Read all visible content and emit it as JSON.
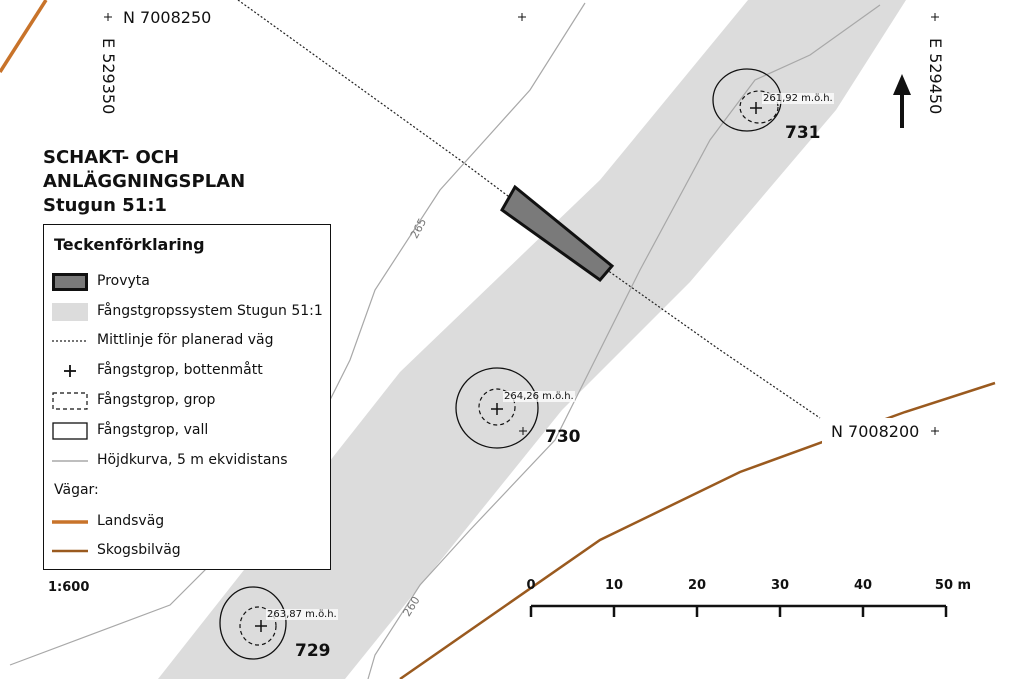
{
  "coordinates": {
    "north_top": "N 7008250",
    "north_mid": "N 7008200",
    "east_left": "E 529350",
    "east_right": "E 529450"
  },
  "title": {
    "line1": "SCHAKT- OCH",
    "line2": "ANLÄGGNINGSPLAN",
    "line3": "Stugun 51:1"
  },
  "legend": {
    "title": "Teckenförklaring",
    "items": [
      {
        "label": "Provyta"
      },
      {
        "label": "Fångstgropssystem Stugun 51:1"
      },
      {
        "label": "Mittlinje för planerad väg"
      },
      {
        "label": "Fångstgrop, bottenmått"
      },
      {
        "label": "Fångstgrop, grop"
      },
      {
        "label": "Fångstgrop, vall"
      },
      {
        "label": "Höjdkurva, 5 m ekvidistans"
      }
    ],
    "roads_heading": "Vägar:",
    "roads": [
      {
        "label": "Landsväg",
        "color": "#c8732a"
      },
      {
        "label": "Skogsbilväg",
        "color": "#9a5a1f"
      }
    ]
  },
  "features": [
    {
      "id": "731",
      "elevation": "261,92 m.ö.h."
    },
    {
      "id": "730",
      "elevation": "264,26 m.ö.h."
    },
    {
      "id": "729",
      "elevation": "263,87 m.ö.h."
    }
  ],
  "contours": {
    "label_a": "265",
    "label_b": "260"
  },
  "scale": {
    "ratio": "1:600",
    "ticks": [
      "0",
      "10",
      "20",
      "30",
      "40",
      "50 m"
    ]
  },
  "colors": {
    "system_band": "#dcdcdc",
    "provyta_fill": "#7a7a7a",
    "contour": "#a0a0a0",
    "landsvag": "#c8732a",
    "skogsbilvag": "#9a5a1f"
  },
  "icons": {
    "north_arrow": "north-arrow-icon",
    "crosshair": "crosshair-icon"
  }
}
